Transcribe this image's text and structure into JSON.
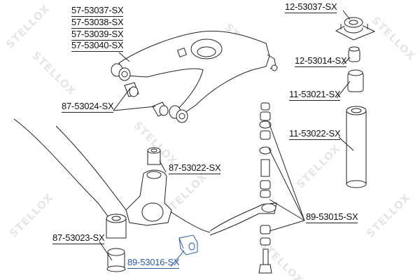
{
  "watermark": {
    "text": "STELLOX",
    "color": "#e6e6e6"
  },
  "labels": {
    "l57_53037": "57-53037-SX",
    "l57_53038": "57-53038-SX",
    "l57_53039": "57-53039-SX",
    "l57_53040": "57-53040-SX",
    "l12_53037": "12-53037-SX",
    "l12_53014": "12-53014-SX",
    "l11_53021": "11-53021-SX",
    "l11_53022": "11-53022-SX",
    "l87_53024": "87-53024-SX",
    "l87_53022": "87-53022-SX",
    "l87_53023": "87-53023-SX",
    "l89_53015": "89-53015-SX",
    "l89_53016": "89-53016-SX"
  },
  "colors": {
    "line": "#222222",
    "highlight": "#2a5aa8"
  }
}
